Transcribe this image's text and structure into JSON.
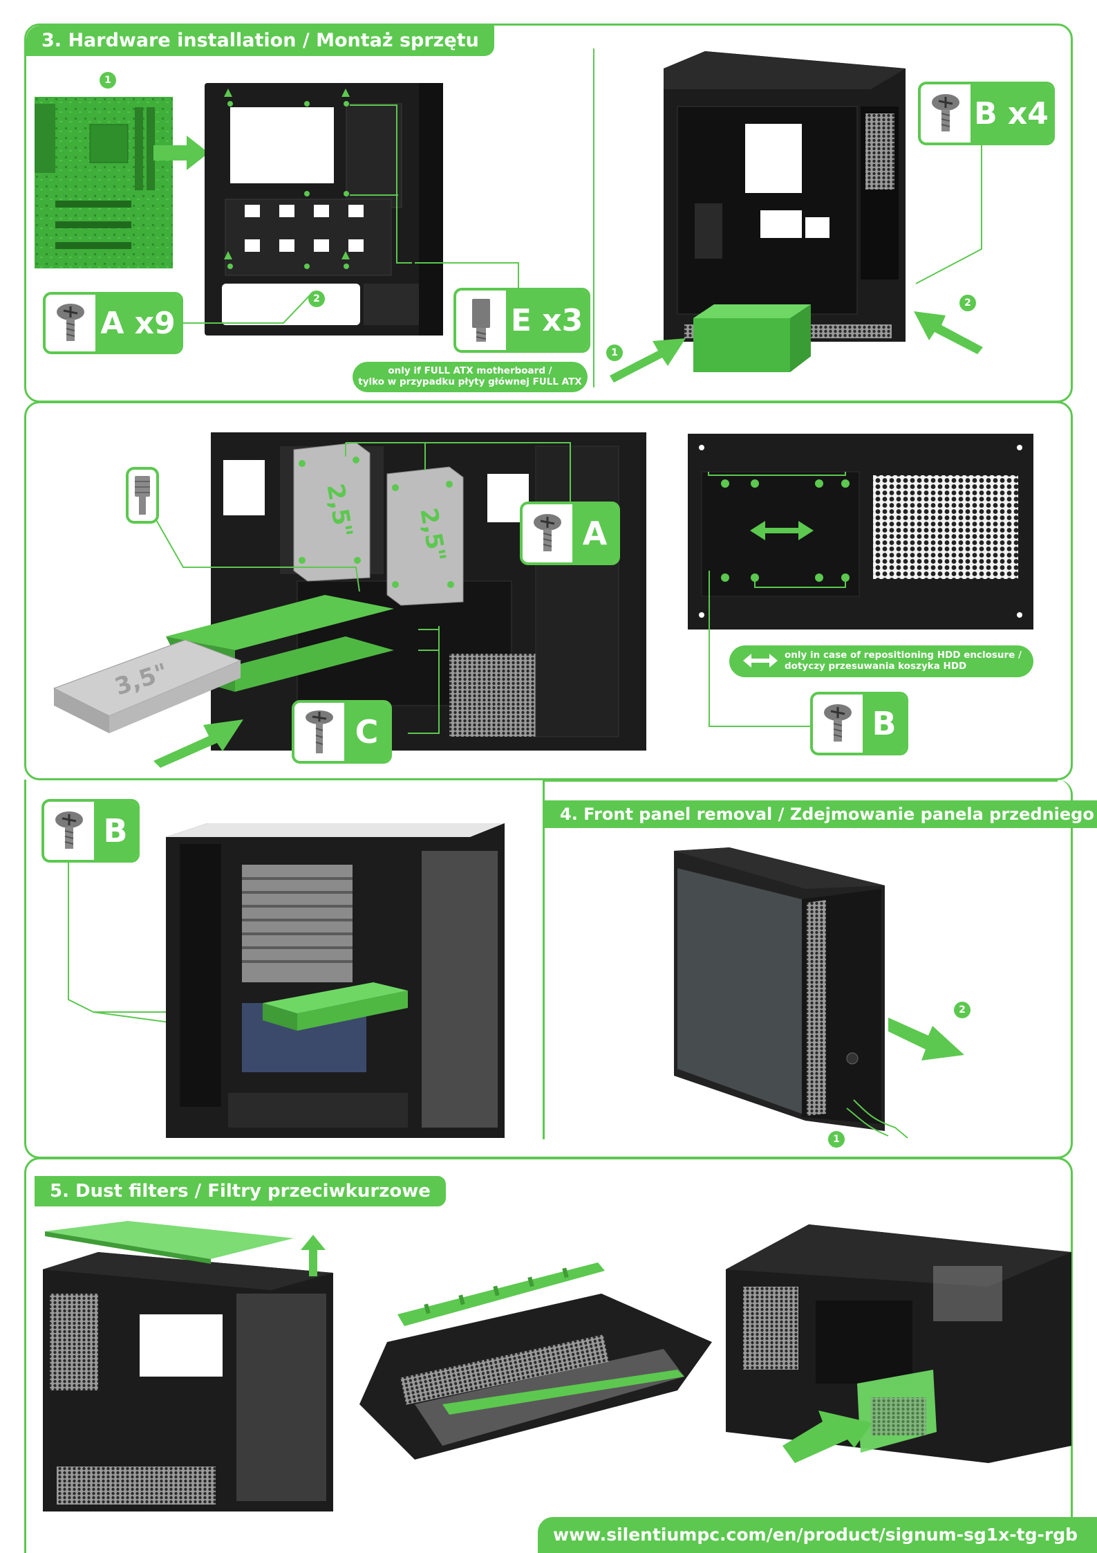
{
  "colors": {
    "accent": "#5cc84f",
    "case_dark": "#1b1b1b",
    "screw_grey": "#7a7a7a"
  },
  "section3": {
    "title": "3. Hardware installation / Montaż sprzętu"
  },
  "section4": {
    "title": "4. Front panel removal / Zdejmowanie panela przedniego"
  },
  "section5": {
    "title": "5. Dust filters / Filtry przeciwkurzowe"
  },
  "screws": {
    "a_x9": "A x9",
    "e_x3": "E x3",
    "b_x4": "B x4",
    "a": "A",
    "c": "C",
    "b_hdd": "B",
    "b_side": "B"
  },
  "notes": {
    "full_atx_line1": "only if FULL ATX motherboard /",
    "full_atx_line2": "tylko w przypadku płyty głównej FULL ATX",
    "hdd_line1": "only in case of repositioning HDD enclosure /",
    "hdd_line2": "dotyczy przesuwania koszyka HDD"
  },
  "drive_labels": {
    "ssd1": "2,5\"",
    "ssd2": "2,5\"",
    "hdd": "3,5\""
  },
  "steps": {
    "one": "1",
    "two": "2"
  },
  "icons": {
    "screw": "screw-icon",
    "standoff": "standoff-icon",
    "thumbscrew": "thumbscrew-icon",
    "arrow": "arrow-icon",
    "double_arrow": "double-arrow-icon"
  },
  "footer": {
    "url": "www.silentiumpc.com/en/product/signum-sg1x-tg-rgb"
  }
}
